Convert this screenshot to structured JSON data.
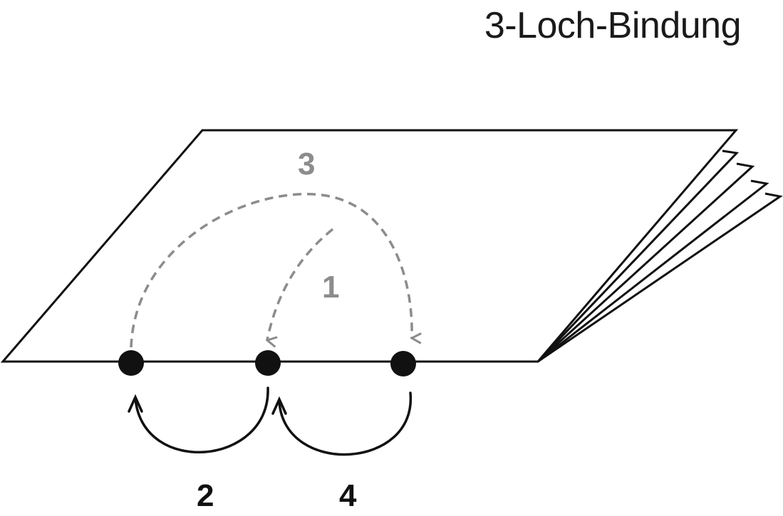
{
  "title": "3-Loch-Bindung",
  "colors": {
    "line": "#111111",
    "inside_step": "#8c8c8c"
  },
  "holes": [
    "hole-1",
    "hole-2",
    "hole-3"
  ],
  "steps": [
    {
      "number": "1",
      "side": "inside",
      "from_hole": 1,
      "to_hole": 2
    },
    {
      "number": "2",
      "side": "outside",
      "from_hole": 2,
      "to_hole": 1
    },
    {
      "number": "3",
      "side": "inside",
      "from_hole": 1,
      "to_hole": 3
    },
    {
      "number": "4",
      "side": "outside",
      "from_hole": 3,
      "to_hole": 2
    }
  ]
}
